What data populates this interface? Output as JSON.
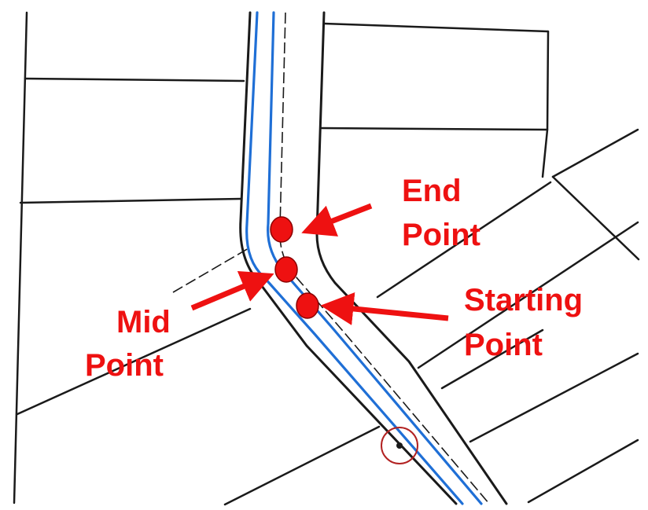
{
  "colors": {
    "background": "#ffffff",
    "parcel_line": "#1a1a1a",
    "route_line": "#1f6fd6",
    "annotation": "#ee1111",
    "marker": "#ee1111",
    "marker_stroke": "#8b0000",
    "circle_marker": "#b22222"
  },
  "annotations": {
    "end_point": {
      "line1": "End",
      "line2": "Point"
    },
    "mid_point": {
      "line1": "Mid",
      "line2": "Point"
    },
    "starting_point": {
      "line1": "Starting",
      "line2": "Point"
    }
  },
  "icons": {
    "point_marker": "red-dot-icon",
    "arrow": "red-arrow-icon",
    "manhole": "circle-target-icon"
  }
}
